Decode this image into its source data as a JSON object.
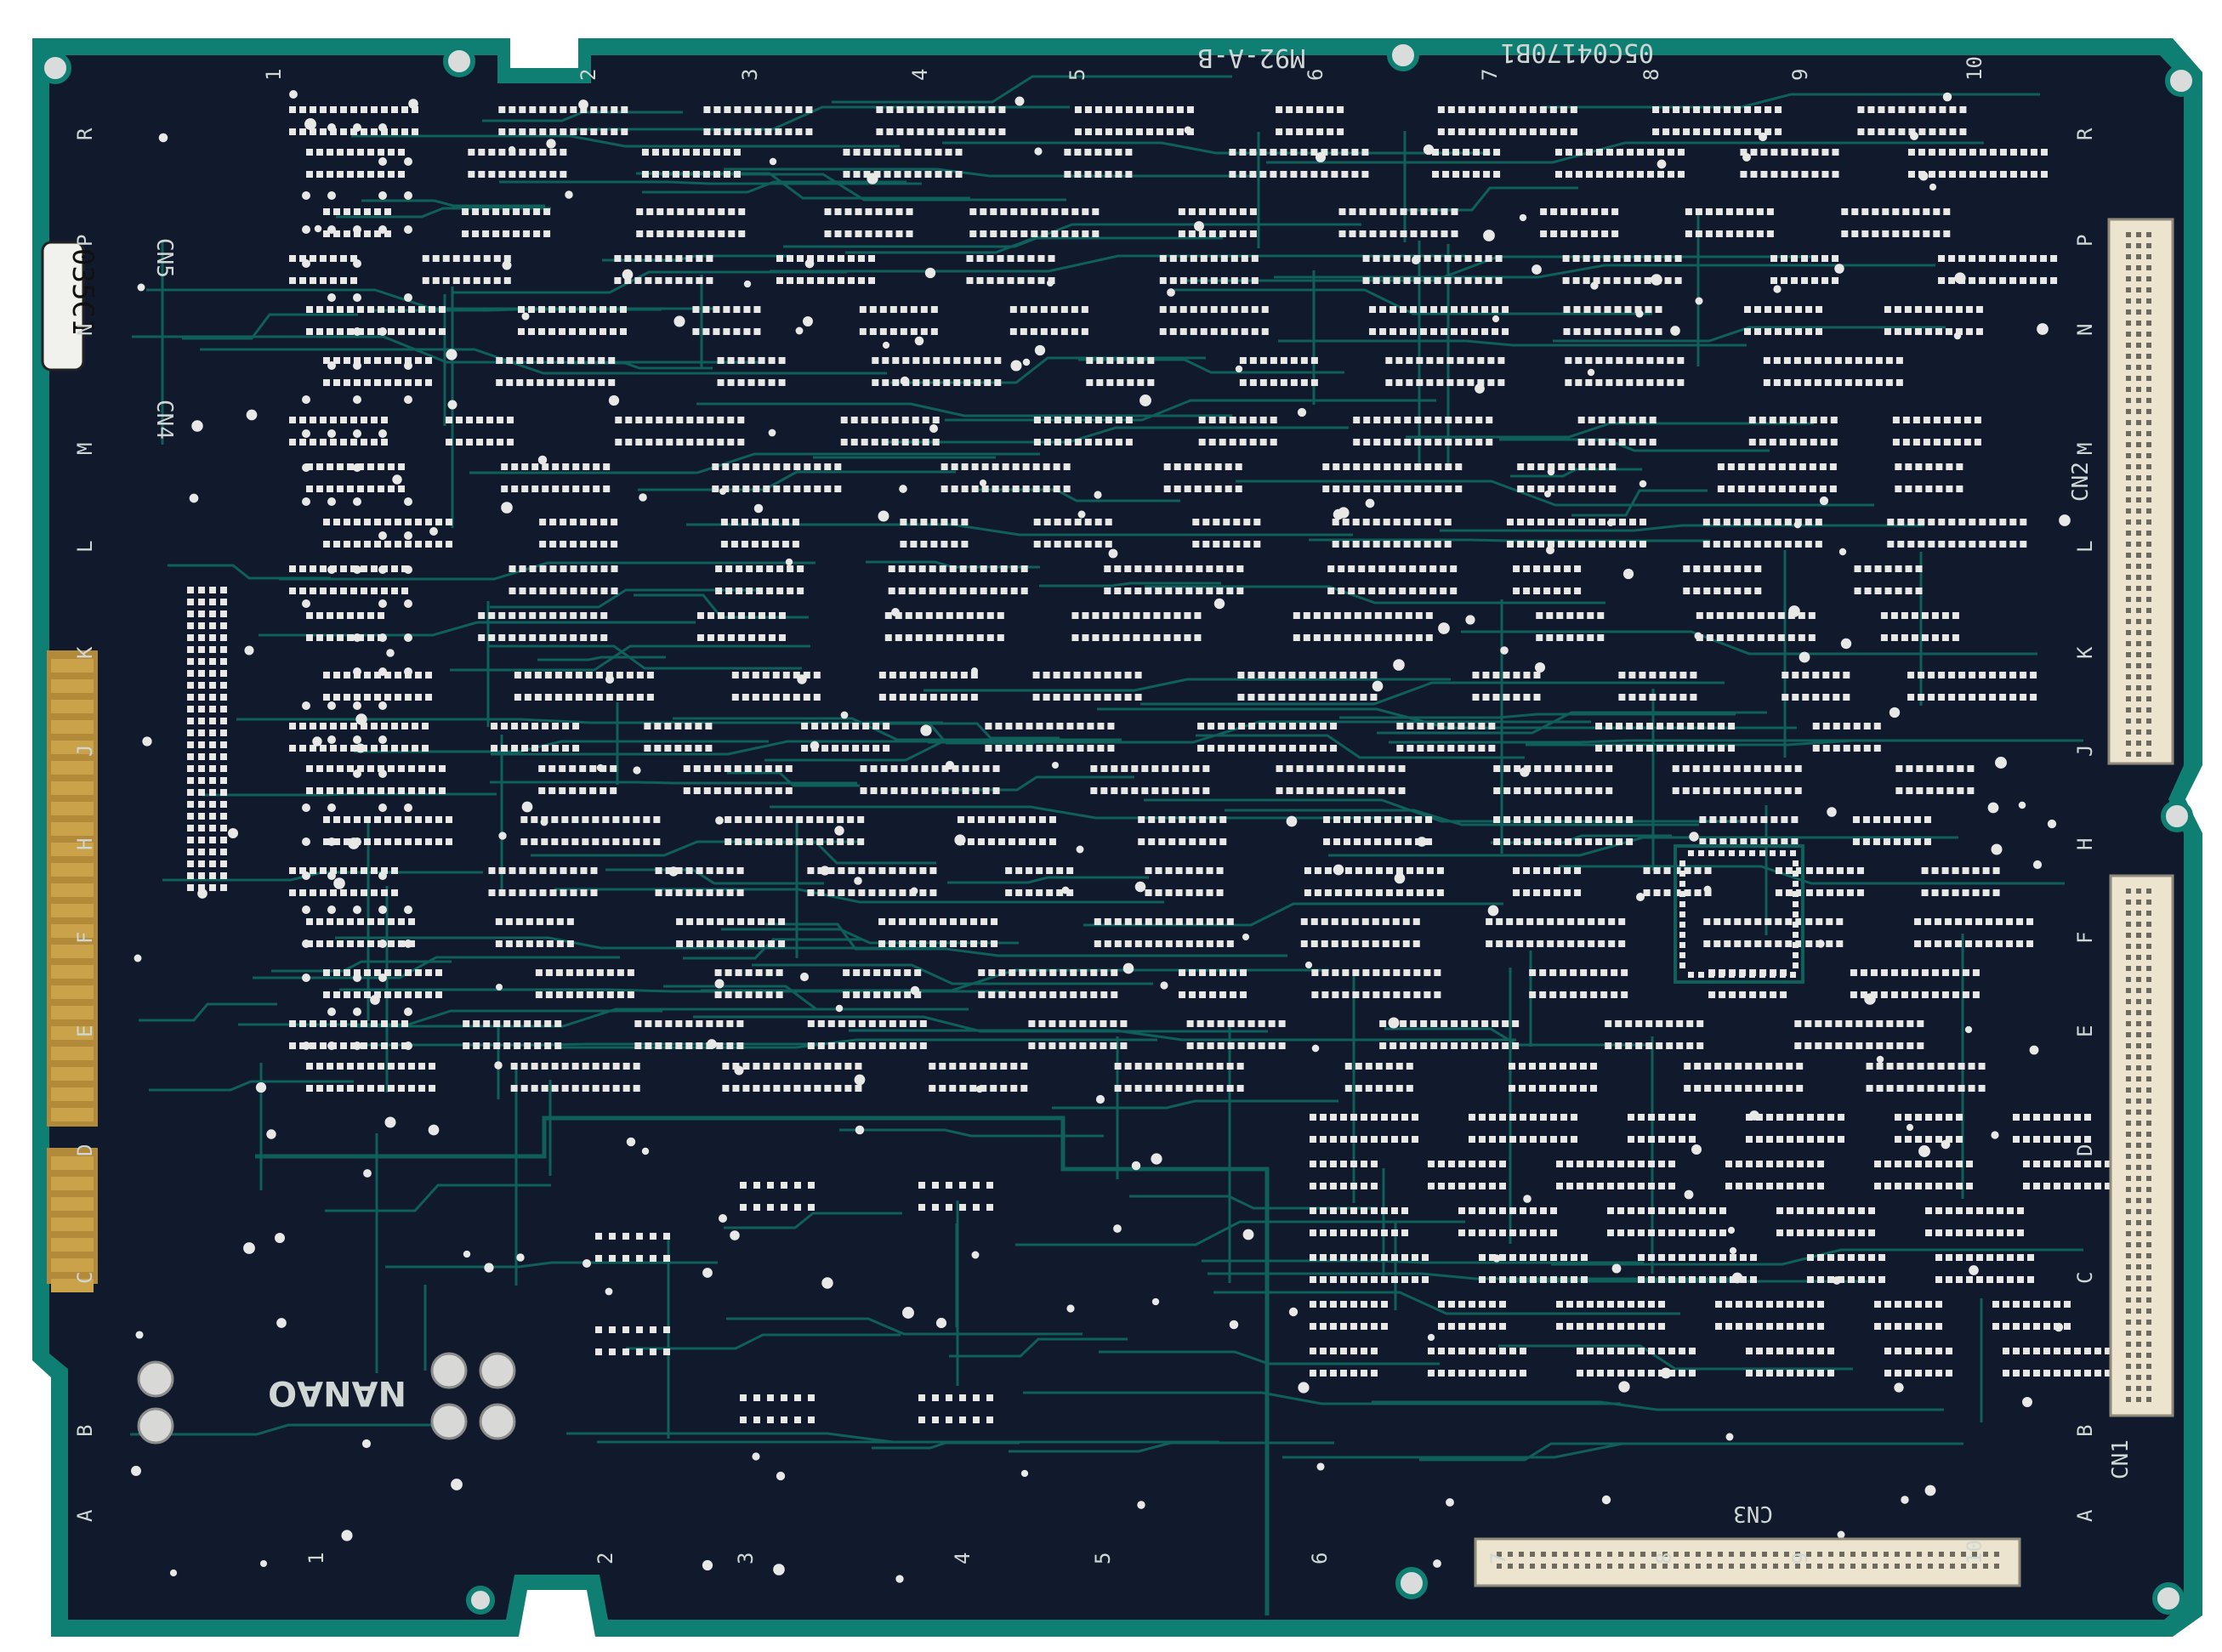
{
  "board": {
    "part_number": "M92-A-B",
    "serial_code": "05C04170B1",
    "sticker_label": "035C1",
    "maker_logo": "NANAO"
  },
  "connectors": {
    "cn1": "CN1",
    "cn2": "CN2",
    "cn3": "CN3",
    "cn4": "CN4",
    "cn5": "CN5"
  },
  "grid": {
    "columns_top": [
      "1",
      "2",
      "3",
      "4",
      "5",
      "6",
      "7",
      "8",
      "9",
      "10"
    ],
    "columns_bottom": [
      "1",
      "2",
      "3",
      "4",
      "5",
      "6",
      "7",
      "8",
      "9",
      "10"
    ],
    "rows_left": [
      "R",
      "P",
      "N",
      "M",
      "L",
      "K",
      "J",
      "H",
      "F",
      "E",
      "D",
      "C",
      "B",
      "A"
    ],
    "rows_right": [
      "R",
      "P",
      "N",
      "M",
      "L",
      "K",
      "J",
      "H",
      "F",
      "E",
      "D",
      "C",
      "B",
      "A"
    ]
  },
  "colors": {
    "pcb_edge": "#0f7f73",
    "pcb_body": "#111a2c",
    "trace": "#0f5f5a",
    "solder": "#e8e8e6",
    "gold_finger": "#c9a24a",
    "silkscreen": "#cfd6d3",
    "connector_ivory": "#ede4cf"
  }
}
